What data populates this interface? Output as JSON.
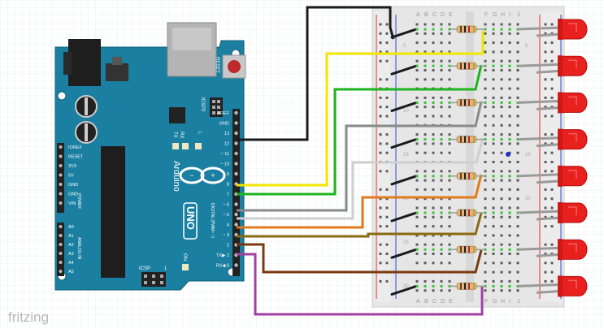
{
  "app": {
    "watermark": "fritzing"
  },
  "arduino": {
    "brand": "Arduino",
    "model": "UNO",
    "reset_label": "RESET",
    "icsp2_label": "ICSP2",
    "icsp_label": "ICSP",
    "icsp_pin1": "1",
    "tx_label": "TX",
    "rx_label": "RX",
    "l_label": "L",
    "on_label": "ON",
    "digital_label": "DIGITAL (PWM= ~)",
    "power_label": "POWER",
    "analog_label": "ANALOG IN",
    "digital_pins": [
      "AREF",
      "GND",
      "13",
      "12",
      "~ 11",
      "~ 10",
      "~ 9",
      "8",
      "7",
      "~ 6",
      "~ 5",
      "4",
      "~ 3",
      "2",
      "TX▶ 1",
      "RX◀ 0"
    ],
    "power_pins": [
      "IOREF",
      "RESET",
      "3V3",
      "5V",
      "GND",
      "GND",
      "VIN"
    ],
    "analog_pins": [
      "A0",
      "A1",
      "A2",
      "A3",
      "A4",
      "A5"
    ]
  },
  "breadboard": {
    "col_letters_left": [
      "A",
      "B",
      "C",
      "D",
      "E"
    ],
    "col_letters_right": [
      "F",
      "G",
      "H",
      "I",
      "J"
    ],
    "row_numbers": [
      "5",
      "10",
      "15",
      "20",
      "25",
      "30"
    ]
  },
  "circuit": {
    "led_count": 8,
    "wire_colors": {
      "gnd": "#1a1a1a",
      "pin9": "#f2e600",
      "pin8": "#1eb41e",
      "pin7": "#8a8a8a",
      "pin6": "#f0f0f0",
      "pin5": "#e07a1c",
      "pin4": "#8a6a14",
      "pin3": "#7a3a10",
      "pin2": "#a040a0"
    },
    "led_color": "#e8201e",
    "board_color": "#1a7fa0"
  }
}
